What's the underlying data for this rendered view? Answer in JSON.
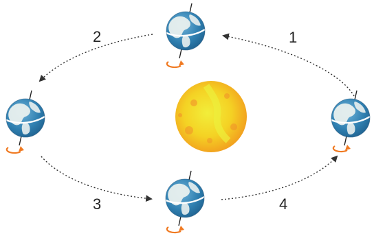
{
  "diagram": {
    "step_labels": [
      "1",
      "2",
      "3",
      "4"
    ],
    "center_icon": "sun-icon",
    "body_icon": "earth-globe-icon",
    "rotation_icon": "rotation-arrow-icon",
    "colors": {
      "orbit_arrow": "#333333",
      "rotation_arrow": "#f07a22",
      "ocean": "#2f7fb0",
      "land": "#e9f0ee",
      "sun_outer": "#f6c21a",
      "sun_inner": "#e8e02a",
      "sun_spots": "#f08a2a",
      "equator": "#ffffff"
    }
  }
}
